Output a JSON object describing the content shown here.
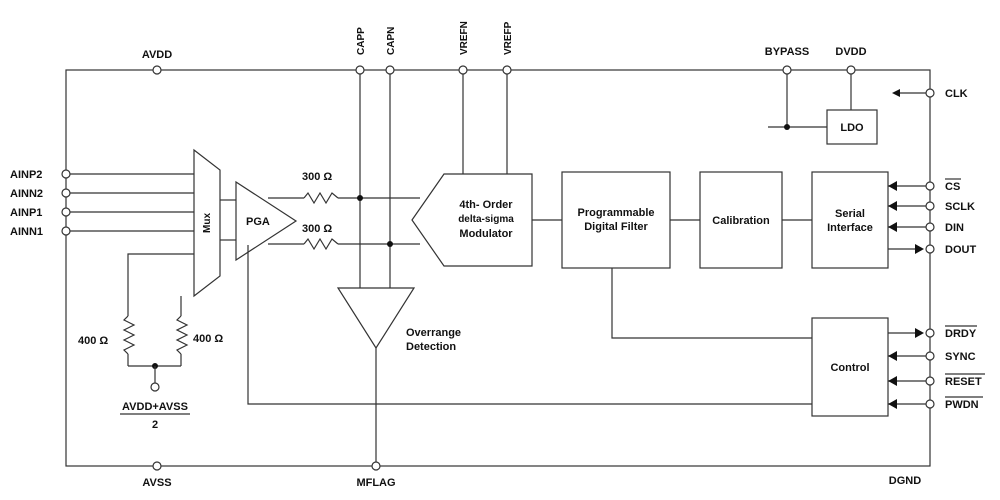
{
  "pins": {
    "avdd": "AVDD",
    "capp": "CAPP",
    "capn": "CAPN",
    "vrefn": "VREFN",
    "vrefp": "VREFP",
    "bypass": "BYPASS",
    "dvdd": "DVDD",
    "clk": "CLK",
    "cs": "CS",
    "sclk": "SCLK",
    "din": "DIN",
    "dout": "DOUT",
    "drdy": "DRDY",
    "sync": "SYNC",
    "reset": "RESET",
    "pwdn": "PWDN",
    "avss": "AVSS",
    "mflag": "MFLAG",
    "dgnd": "DGND",
    "ainp2": "AINP2",
    "ainn2": "AINN2",
    "ainp1": "AINP1",
    "ainn1": "AINN1"
  },
  "blocks": {
    "mux": "Mux",
    "pga": "PGA",
    "modulator_line1": "4th- Order",
    "modulator_line2": "delta-sigma",
    "modulator_line3": "Modulator",
    "filter_line1": "Programmable",
    "filter_line2": "Digital Filter",
    "calibration": "Calibration",
    "serial_line1": "Serial",
    "serial_line2": "Interface",
    "control": "Control",
    "ldo": "LDO",
    "overrange_line1": "Overrange",
    "overrange_line2": "Detection"
  },
  "resistors": {
    "r_top": "300 Ω",
    "r_bottom": "300 Ω",
    "r_left": "400 Ω",
    "r_right": "400 Ω"
  },
  "midsupply": {
    "numerator": "AVDD+AVSS",
    "denominator": "2"
  }
}
